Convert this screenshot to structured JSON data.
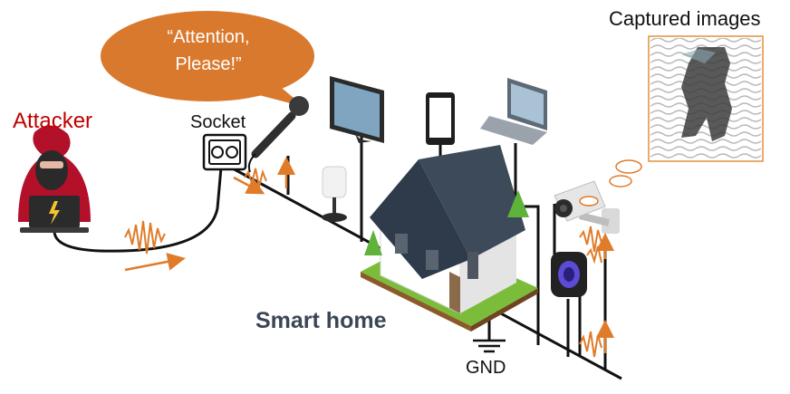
{
  "labels": {
    "attacker": "Attacker",
    "socket": "Socket",
    "smart_home": "Smart home",
    "gnd": "GND",
    "captured_images": "Captured images"
  },
  "speech_bubble": {
    "line1": "“Attention,",
    "line2": "Please!”"
  },
  "colors": {
    "attacker_red": "#c00000",
    "bubble_orange": "#d9792e",
    "signal_orange": "#e07b2a",
    "wire": "#111111",
    "smart_home_text": "#3b4656",
    "captured_frame": "#e0913a"
  },
  "icons": [
    "attacker-hooded-icon",
    "laptop-icon",
    "socket-icon",
    "microphone-icon",
    "tv-icon",
    "smartphone-icon",
    "laptop-device-icon",
    "lamp-icon",
    "house-icon",
    "security-camera-icon",
    "smart-speaker-icon",
    "ground-icon",
    "signal-wave-icon"
  ]
}
